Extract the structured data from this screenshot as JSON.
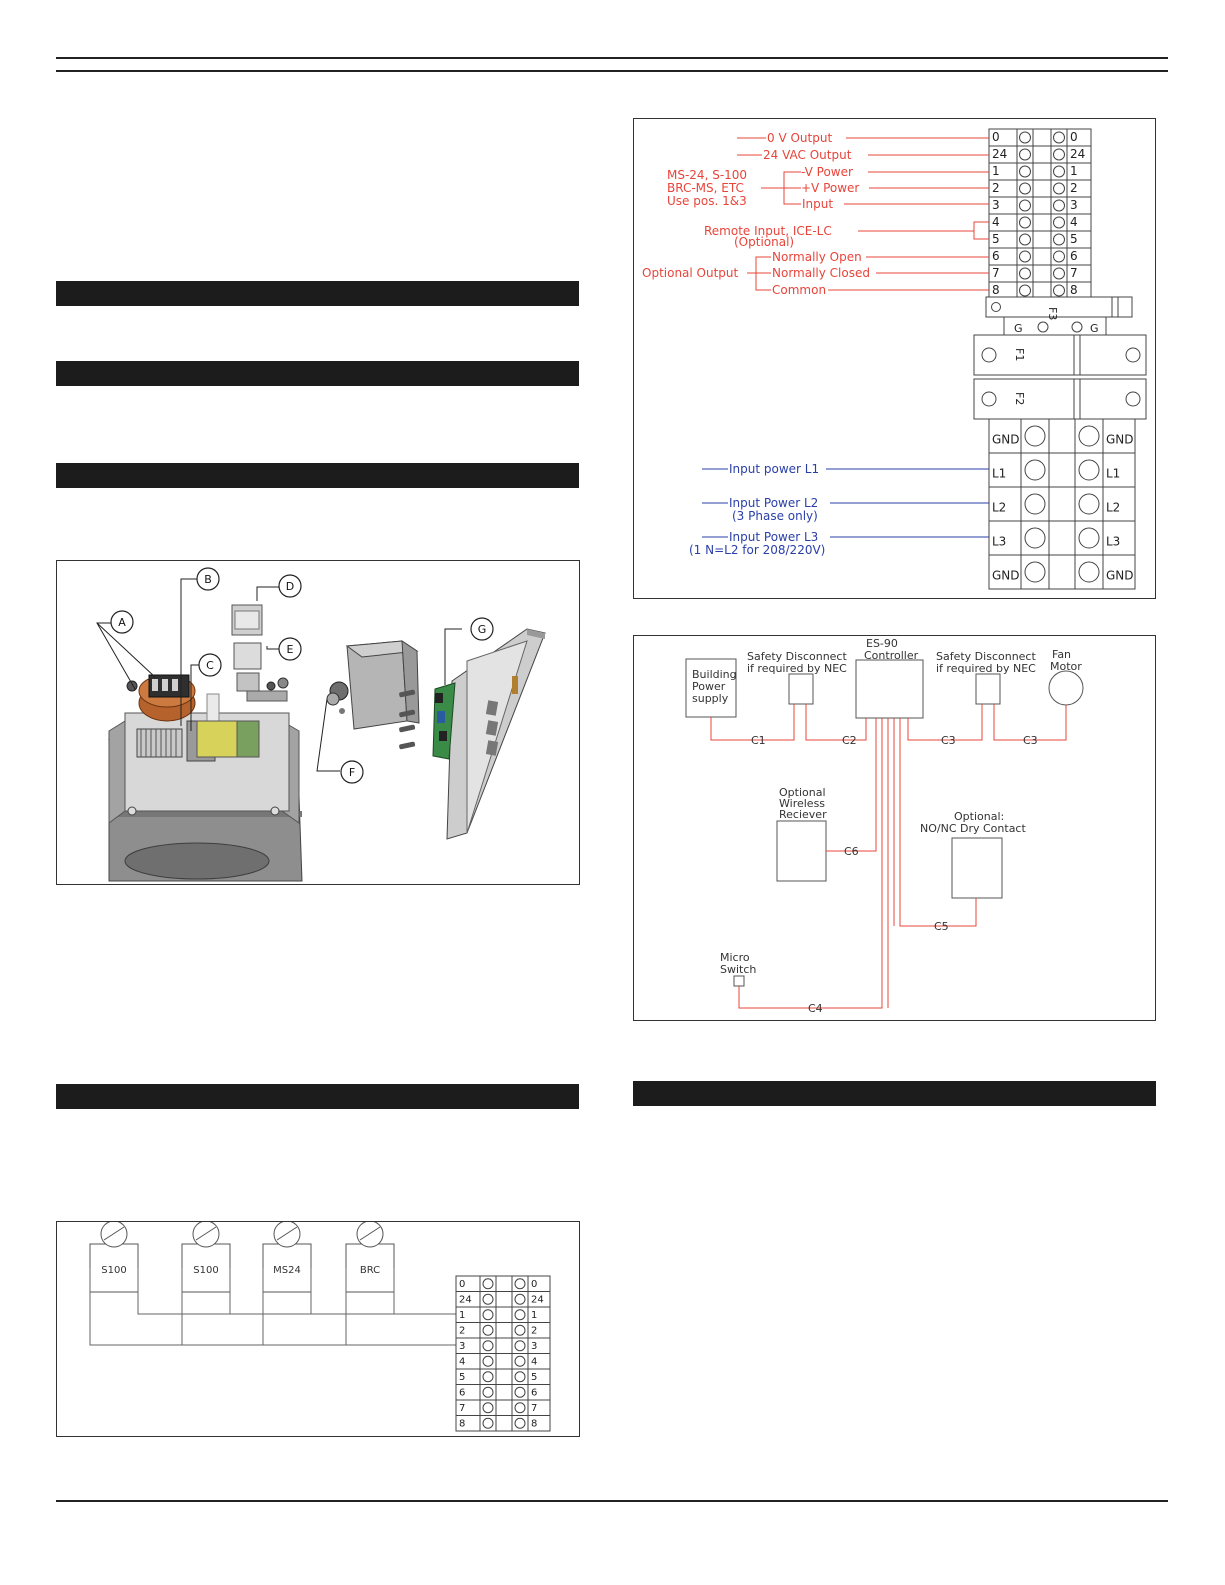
{
  "callouts": [
    "A",
    "B",
    "C",
    "D",
    "E",
    "F",
    "G"
  ],
  "sensor_wiring": {
    "sensors": [
      "S100",
      "S100",
      "MS24",
      "BRC"
    ],
    "terminals": [
      "0",
      "24",
      "1",
      "2",
      "3",
      "4",
      "5",
      "6",
      "7",
      "8"
    ]
  },
  "terminal_diagram": {
    "terminals": [
      "0",
      "24",
      "1",
      "2",
      "3",
      "4",
      "5",
      "6",
      "7",
      "8"
    ],
    "labels": {
      "ov_output": "0 V Output",
      "vac_output": "24 VAC Output",
      "sensors_note": [
        "MS-24, S-100",
        "BRC-MS, ETC",
        "Use pos. 1&3"
      ],
      "neg_power": "-V Power",
      "pos_power": "+V Power",
      "input": "Input",
      "remote_input": "Remote Input, ICE-LC",
      "optional_note": "(Optional)",
      "normally_open": "Normally Open",
      "optional_output": "Optional Output",
      "normally_closed": "Normally Closed",
      "common": "Common",
      "f3": "F3",
      "g": "G",
      "f1": "F1",
      "f2": "F2",
      "gnd": "GND",
      "l1": "L1",
      "l2": "L2",
      "l3": "L3",
      "input_power_l1": "Input power L1",
      "input_power_l2": "Input Power L2",
      "three_phase_note": "(3 Phase only)",
      "input_power_l3": "Input Power L3",
      "l3_note": "(1 N=L2 for 208/220V)"
    }
  },
  "system_diagram": {
    "building_power": [
      "Building",
      "Power",
      "supply"
    ],
    "safety_disconnect": [
      "Safety Disconnect",
      "if required by NEC"
    ],
    "controller": [
      "ES-90",
      "Controller"
    ],
    "fan_motor": [
      "Fan",
      "Motor"
    ],
    "wireless": [
      "Optional",
      "Wireless",
      "Reciever"
    ],
    "dry_contact": [
      "Optional:",
      "NO/NC Dry Contact"
    ],
    "micro_switch": [
      "Micro",
      "Switch"
    ],
    "cables": {
      "c1": "C1",
      "c2": "C2",
      "c3": "C3",
      "c4": "C4",
      "c5": "C5",
      "c6": "C6"
    }
  },
  "colors": {
    "red_wire": "#e8443a",
    "blue_wire": "#2a3fa8",
    "bar": "#1c1c1c",
    "line": "#333333"
  }
}
